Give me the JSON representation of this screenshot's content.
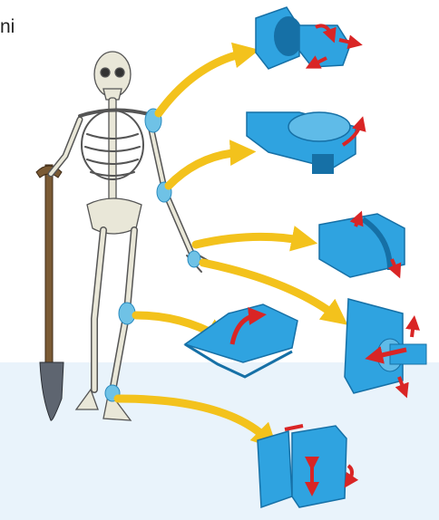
{
  "header": {
    "text_fragment": "ni"
  },
  "colors": {
    "band": "#e9f3fb",
    "joint": "#6fc2e6",
    "model_fill": "#2fa3e0",
    "model_dark": "#1670a6",
    "arrow": "#f3c21c",
    "rotation": "#d92525",
    "bone": "#e9e7d8",
    "bone_stroke": "#555555",
    "wood": "#7a5a34",
    "steel": "#5e6570"
  },
  "icons": [
    "skeleton-figure",
    "shovel",
    "ball-and-socket-joint-icon",
    "saddle-joint-icon",
    "hinge-joint-icon",
    "pivot-joint-icon",
    "plane-joint-icon",
    "sliding-joint-icon"
  ]
}
